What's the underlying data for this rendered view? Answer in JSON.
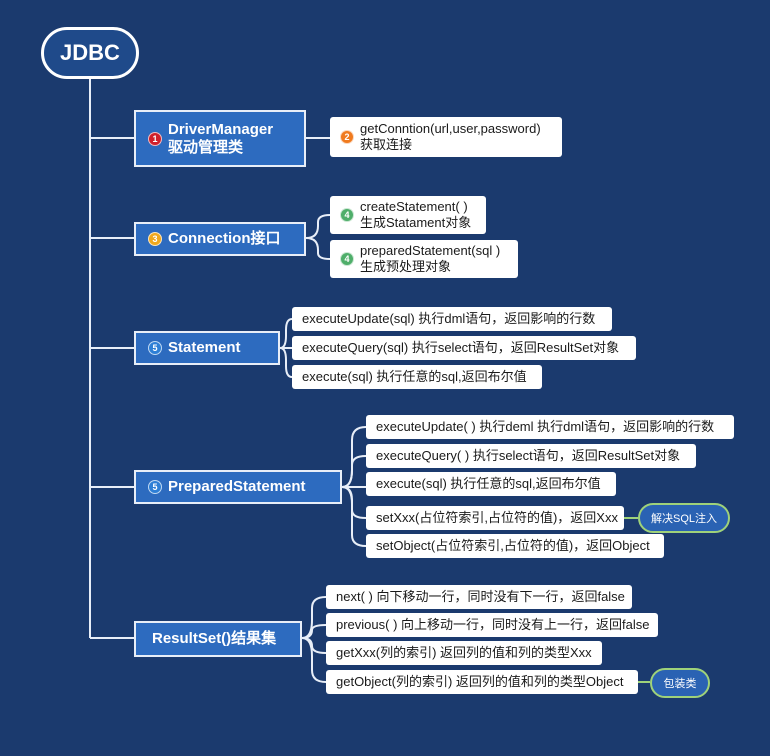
{
  "root": {
    "label": "JDBC"
  },
  "colors": {
    "background": "#1b3a6e",
    "topic": "#2d6bbf",
    "callout_border": "#9fd27a"
  },
  "badges": {
    "b1": "1",
    "b2": "2",
    "b3": "3",
    "b4": "4",
    "b5": "5"
  },
  "topics": {
    "driver_manager": {
      "line1": "DriverManager",
      "line2": "驱动管理类"
    },
    "connection": {
      "label": "Connection接口"
    },
    "statement": {
      "label": "Statement"
    },
    "prepared_statement": {
      "label": "PreparedStatement"
    },
    "result_set": {
      "label": "ResultSet()结果集"
    }
  },
  "driver_manager_items": [
    {
      "line1": "getConntion(url,user,password)",
      "line2": "获取连接"
    }
  ],
  "connection_items": [
    {
      "line1": "createStatement( )",
      "line2": "生成Statament对象"
    },
    {
      "line1": "preparedStatement(sql )",
      "line2": "生成预处理对象"
    }
  ],
  "statement_items": [
    "executeUpdate(sql) 执行dml语句，返回影响的行数",
    "executeQuery(sql) 执行select语句，返回ResultSet对象",
    "execute(sql)  执行任意的sql,返回布尔值"
  ],
  "prepared_items": [
    "executeUpdate( ) 执行deml 执行dml语句，返回影响的行数",
    "executeQuery( ) 执行select语句，返回ResultSet对象",
    "execute(sql)  执行任意的sql,返回布尔值",
    "setXxx(占位符索引,占位符的值)，返回Xxx",
    "setObject(占位符索引,占位符的值)，返回Object"
  ],
  "result_set_items": [
    "next( ) 向下移动一行，同时没有下一行，返回false",
    "previous( ) 向上移动一行，同时没有上一行，返回false",
    "getXxx(列的索引) 返回列的值和列的类型Xxx",
    "getObject(列的索引) 返回列的值和列的类型Object"
  ],
  "callouts": {
    "sql_injection": "解决SQL注入",
    "wrapper": "包装类"
  }
}
